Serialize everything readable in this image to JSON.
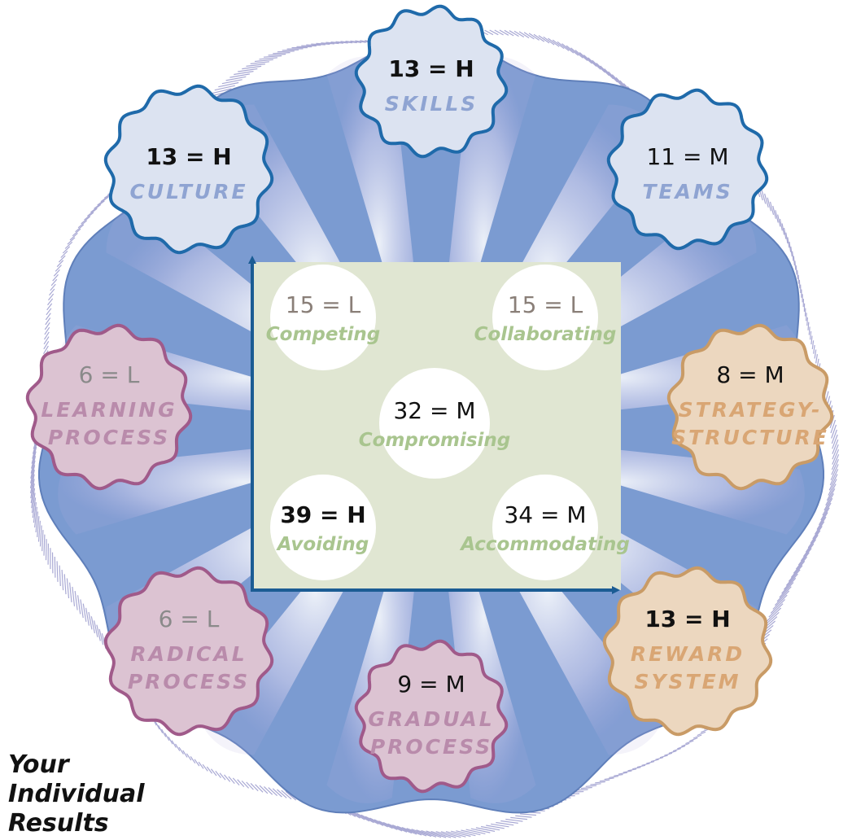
{
  "outer_circles": [
    {
      "id": "skills",
      "score": "13 = H",
      "bold": true,
      "label_lines": [
        "SKILLS"
      ],
      "fill": "#dce3f1",
      "stroke": "#1f6aaa",
      "label_color": "#8fa4d2",
      "score_color": "#111111"
    },
    {
      "id": "teams",
      "score": "11 = M",
      "bold": false,
      "label_lines": [
        "TEAMS"
      ],
      "fill": "#dce3f1",
      "stroke": "#1f6aaa",
      "label_color": "#8fa4d2",
      "score_color": "#111111"
    },
    {
      "id": "strategy-structure",
      "score": "8 = M",
      "bold": false,
      "label_lines": [
        "STRATEGY-",
        "STRUCTURE"
      ],
      "fill": "#ecd7bf",
      "stroke": "#c99b66",
      "label_color": "#d9a674",
      "score_color": "#111111"
    },
    {
      "id": "reward-system",
      "score": "13 = H",
      "bold": true,
      "label_lines": [
        "REWARD",
        "SYSTEM"
      ],
      "fill": "#ecd7bf",
      "stroke": "#c99b66",
      "label_color": "#d9a674",
      "score_color": "#111111"
    },
    {
      "id": "gradual-process",
      "score": "9 = M",
      "bold": false,
      "label_lines": [
        "GRADUAL",
        "PROCESS"
      ],
      "fill": "#dcc3d2",
      "stroke": "#a05a8a",
      "label_color": "#b98bab",
      "score_color": "#111111"
    },
    {
      "id": "radical-process",
      "score": "6 = L",
      "bold": false,
      "label_lines": [
        "RADICAL",
        "PROCESS"
      ],
      "fill": "#dcc3d2",
      "stroke": "#a05a8a",
      "label_color": "#b98bab",
      "score_color": "#8a8a8a"
    },
    {
      "id": "learning-process",
      "score": "6 = L",
      "bold": false,
      "label_lines": [
        "LEARNING",
        "PROCESS"
      ],
      "fill": "#dcc3d2",
      "stroke": "#a05a8a",
      "label_color": "#b98bab",
      "score_color": "#8a8a8a"
    },
    {
      "id": "culture",
      "score": "13 = H",
      "bold": true,
      "label_lines": [
        "CULTURE"
      ],
      "fill": "#dce3f1",
      "stroke": "#1f6aaa",
      "label_color": "#8fa4d2",
      "score_color": "#111111"
    }
  ],
  "styles": [
    {
      "id": "competing",
      "score": "15 = L",
      "bold": false,
      "label": "Competing",
      "score_color": "#8a7f78"
    },
    {
      "id": "collaborating",
      "score": "15 = L",
      "bold": false,
      "label": "Collaborating",
      "score_color": "#8a7f78"
    },
    {
      "id": "compromising",
      "score": "32 = M",
      "bold": false,
      "label": "Compromising",
      "score_color": "#111111"
    },
    {
      "id": "avoiding",
      "score": "39 = H",
      "bold": true,
      "label": "Avoiding",
      "score_color": "#111111"
    },
    {
      "id": "accommodating",
      "score": "34 = M",
      "bold": false,
      "label": "Accommodating",
      "score_color": "#111111"
    }
  ],
  "caption_lines": [
    "Your",
    "Individual",
    "Results"
  ],
  "colors": {
    "blob": "#7b9bd1",
    "blob_stroke": "#5f7fba",
    "hatch": "#a9a9d4",
    "panel": "#e0e6d2",
    "arrow": "#1b5c94",
    "style_label": "#a9c58f"
  }
}
